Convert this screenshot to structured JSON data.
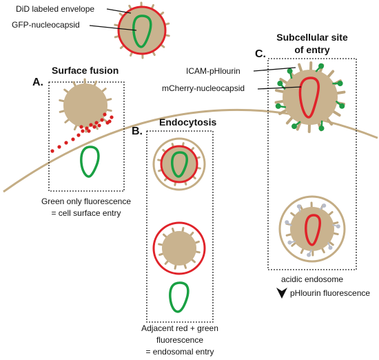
{
  "colors": {
    "virion_tan": "#c9b38f",
    "spike_tan": "#bda67f",
    "envelope_red": "#e0232a",
    "nucleocapsid_green": "#19a043",
    "membrane_tan": "#c4ad85",
    "phlourin_green": "#1f9a45",
    "phlourin_quenched": "#b8bcc8",
    "box_border": "#222222"
  },
  "top_legend": {
    "envelope_label": "DiD labeled envelope",
    "nucleocapsid_label": "GFP-nucleocapsid"
  },
  "panel_a": {
    "letter": "A.",
    "title": "Surface fusion",
    "caption_line1": "Green only fluorescence",
    "caption_line2": "= cell surface entry"
  },
  "panel_b": {
    "letter": "B.",
    "title": "Endocytosis",
    "caption_line1": "Adjacent red + green",
    "caption_line2": "fluorescence",
    "caption_line3": "= endosomal entry"
  },
  "panel_c": {
    "letter": "C.",
    "title_line1": "Subcellular site",
    "title_line2": "of entry",
    "icam_label": "ICAM-pHlourin",
    "mcherry_label": "mCherry-nucleocapsid",
    "endosome_caption": "acidic endosome",
    "fluorescence_caption": "pHlourin fluorescence"
  },
  "icons": {
    "decrease_marker": "down-arrowhead-icon"
  }
}
